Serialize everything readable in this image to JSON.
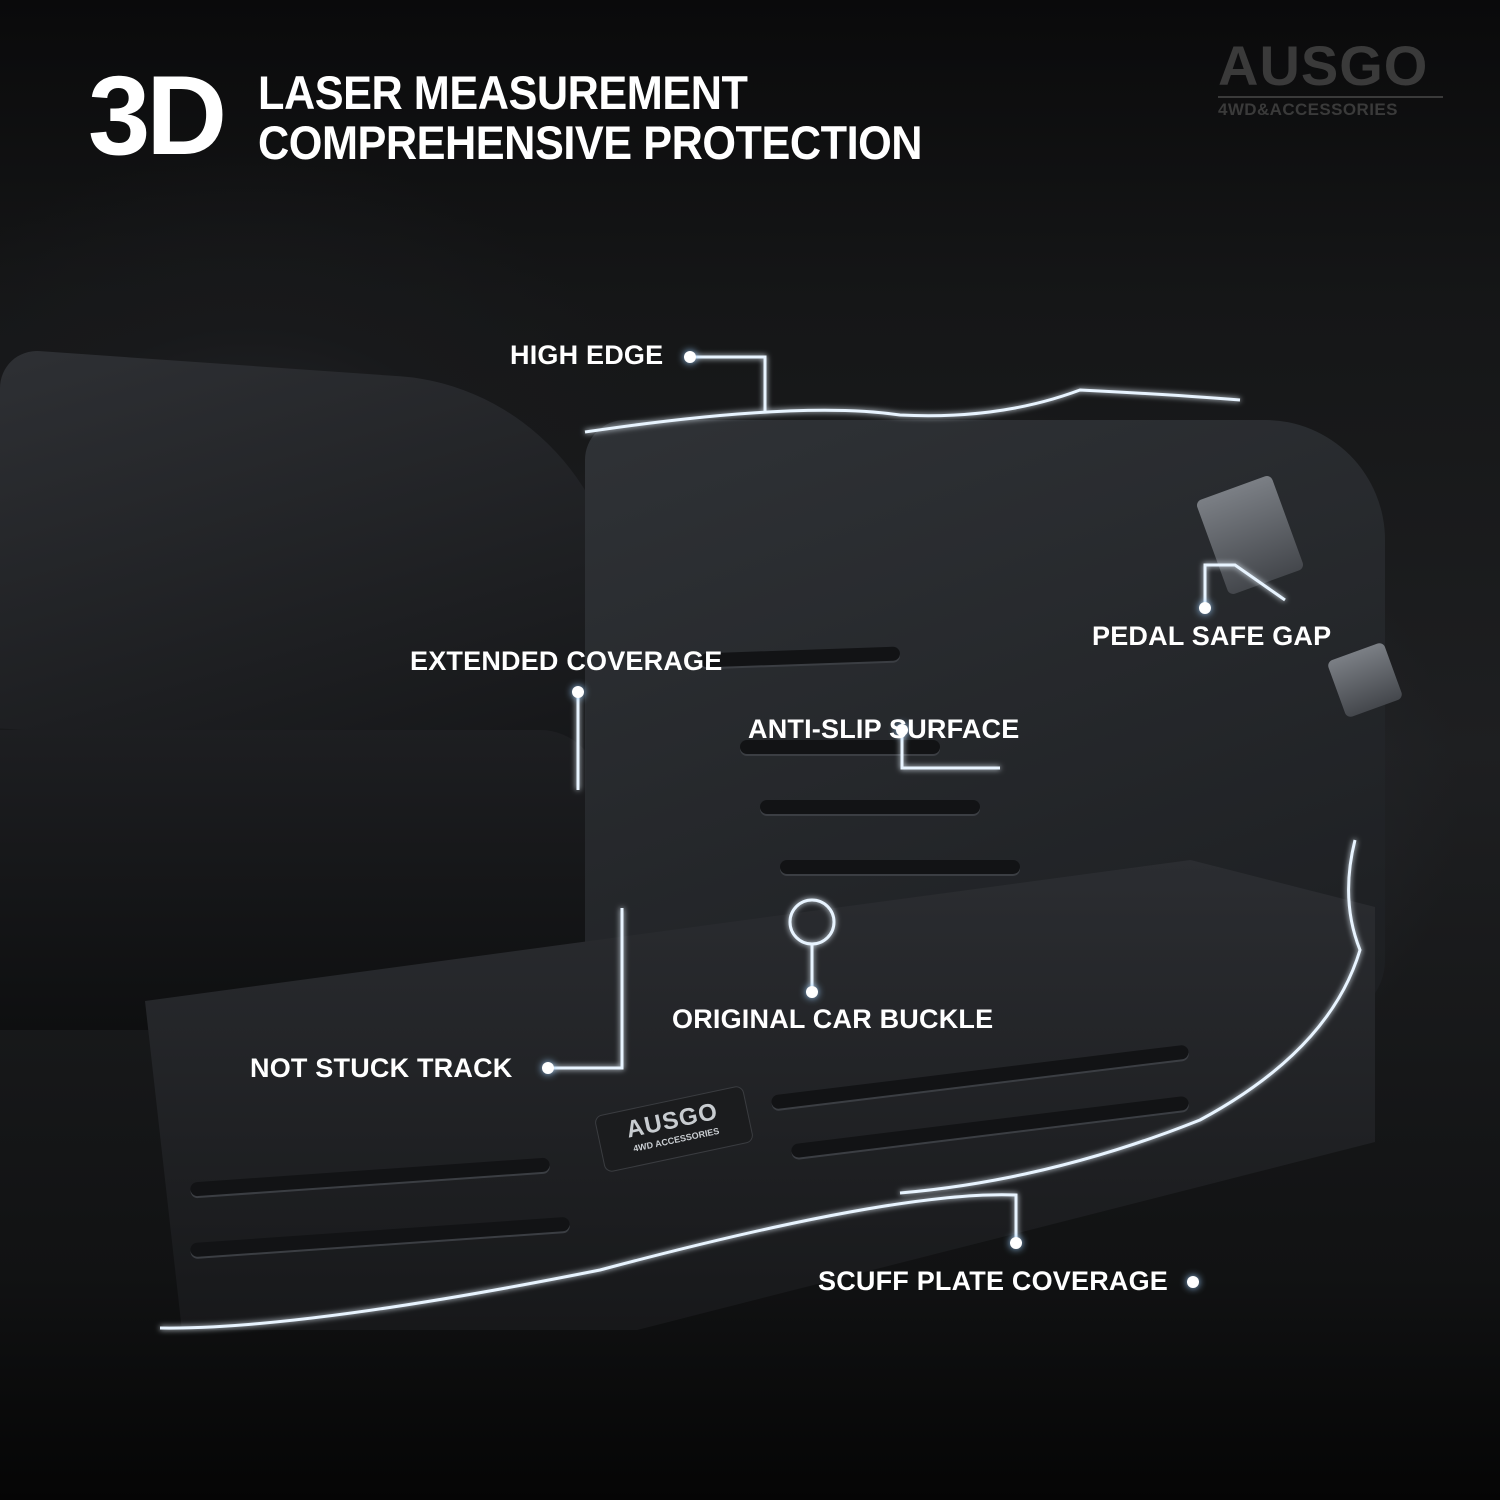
{
  "header": {
    "big": "3D",
    "line1": "LASER MEASUREMENT",
    "line2": "COMPREHENSIVE PROTECTION"
  },
  "logo": {
    "main": "AUSGO",
    "sub": "4WD&ACCESSORIES"
  },
  "badge": {
    "main": "AUSGO",
    "sub": "4WD ACCESSORIES"
  },
  "callouts": {
    "high_edge": "HIGH EDGE",
    "pedal_safe_gap": "PEDAL SAFE GAP",
    "extended_coverage": "EXTENDED COVERAGE",
    "anti_slip_surface": "ANTI-SLIP SURFACE",
    "original_car_buckle": "ORIGINAL CAR BUCKLE",
    "not_stuck_track": "NOT STUCK TRACK",
    "scuff_plate_coverage": "SCUFF PLATE COVERAGE"
  },
  "colors": {
    "glow": "#9fd0ff",
    "text": "#ffffff",
    "logo": "#3a3a3a"
  }
}
